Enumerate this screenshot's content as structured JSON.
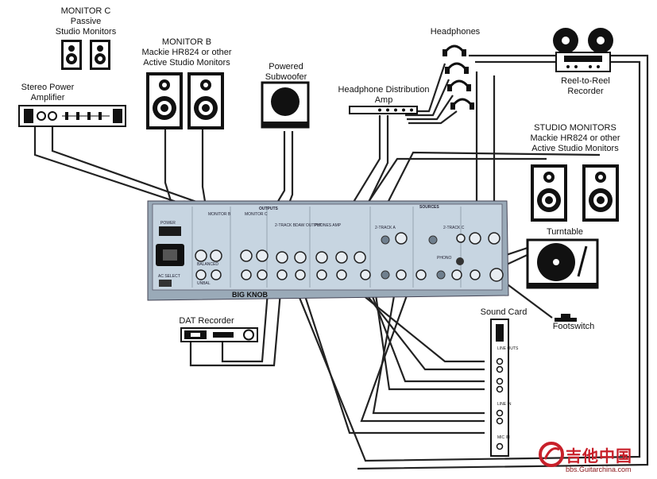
{
  "labels": {
    "monitor_c": [
      "MONITOR C",
      "Passive",
      "Studio Monitors"
    ],
    "monitor_b": [
      "MONITOR B",
      "Mackie HR824 or other",
      "Active Studio Monitors"
    ],
    "subwoofer": [
      "Powered",
      "Subwoofer"
    ],
    "headphones": "Headphones",
    "hp_amp": [
      "Headphone Distribution",
      "Amp"
    ],
    "reel": [
      "Reel-to-Reel",
      "Recorder"
    ],
    "stereo_amp": [
      "Stereo Power",
      "Amplifier"
    ],
    "studio_monitors": [
      "STUDIO MONITORS",
      "Mackie HR824 or other",
      "Active Studio Monitors"
    ],
    "turntable": "Turntable",
    "dat": "DAT Recorder",
    "sound_card": "Sound Card",
    "footswitch": "Footswitch"
  },
  "mixer": {
    "logo": "BIG KNOB",
    "outputs_label": "OUTPUTS",
    "sources_label": "SOURCES",
    "power_label": "POWER",
    "ac_select": "AC SELECT",
    "sections": [
      "MONITOR B",
      "MONITOR C",
      "2-TRACK B",
      "DAW OUTPUT",
      "PHONES AMP",
      "2-TRACK A",
      "2-TRACK C"
    ],
    "source_section_labels": [
      "2-TRACK A",
      "2-TRACK C",
      "PHONO"
    ],
    "jack_labels": [
      "BALANCED",
      "UNBAL"
    ]
  },
  "sound_card_ports": [
    "LINE OUTS",
    "LINE IN",
    "MIC IN"
  ],
  "watermark": {
    "site": "bbs.Guitarchina.com",
    "logo_text": "吉他中国"
  },
  "colors": {
    "mixer_face": "#c7d5e1",
    "mixer_body": "#9aaab8",
    "cable": "#222222",
    "accent_red": "#c8202a"
  }
}
